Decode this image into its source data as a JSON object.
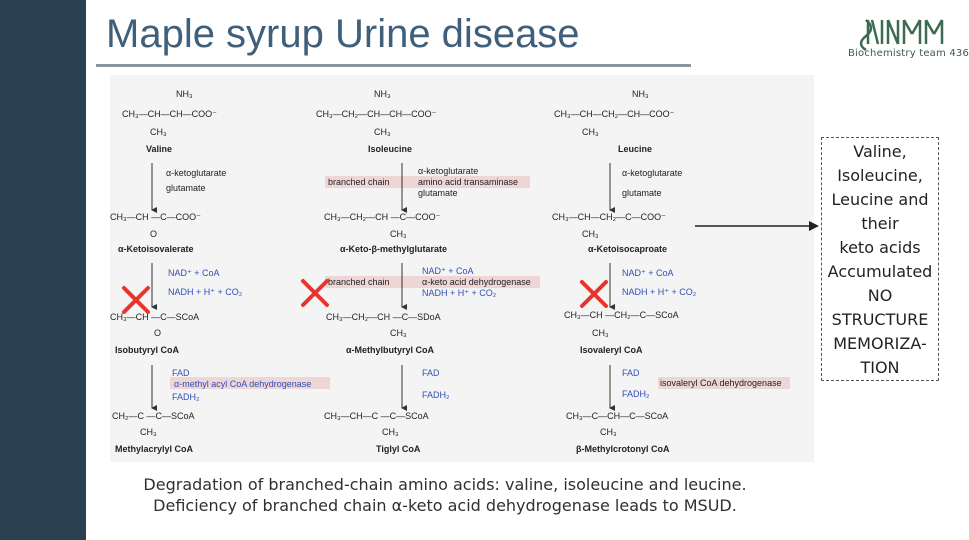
{
  "slide": {
    "title": "Maple syrup Urine disease",
    "logo_text": "Biochemistry team 436",
    "caption_line1": "Degradation of branched-chain amino acids: valine, isoleucine and leucine.",
    "caption_line2": "Deficiency of branched chain α-keto acid dehydrogenase leads to MSUD.",
    "note_lines": [
      "Valine,",
      "Isoleucine,",
      "Leucine and",
      "their",
      "keto acids",
      "Accumulated",
      "NO",
      "STRUCTURE",
      "MEMORIZA-",
      "TION"
    ]
  },
  "diagram": {
    "columns": [
      {
        "amino_acid": "Valine",
        "keto_acid": "α-Ketoisovalerate",
        "acyl_coa": "Isobutyryl CoA",
        "final": "Methylacrylyl CoA",
        "step1_in": "α-ketoglutarate",
        "step1_out": "glutamate",
        "step2_in": "NAD⁺ + CoA",
        "step2_out": "NADH + H⁺ + CO₂",
        "step3_in": "FAD",
        "step3_out": "FADH₂",
        "step3_enzyme": "α-methyl acyl CoA dehydrogenase"
      },
      {
        "amino_acid": "Isoleucine",
        "keto_acid": "α-Keto-β-methylglutarate",
        "acyl_coa": "α-Methylbutyryl CoA",
        "final": "Tiglyl CoA",
        "step1_in": "α-ketoglutarate",
        "step1_out": "glutamate",
        "step2_in": "NAD⁺ + CoA",
        "step2_out": "NADH + H⁺ + CO₂",
        "step3_in": "FAD",
        "step3_out": "FADH₂",
        "enzyme1_left": "branched chain",
        "enzyme1_right": "amino acid transaminase",
        "enzyme2_left": "branched chain",
        "enzyme2_right": "α-keto acid dehydrogenase"
      },
      {
        "amino_acid": "Leucine",
        "keto_acid": "α-Ketoisocaproate",
        "acyl_coa": "Isovaleryl CoA",
        "final": "β-Methylcrotonyl CoA",
        "step1_in": "α-ketoglutarate",
        "step1_out": "glutamate",
        "step2_in": "NAD⁺ + CoA",
        "step2_out": "NADH + H⁺ + CO₂",
        "step3_in": "FAD",
        "step3_out": "FADH₂",
        "step3_enzyme": "isovaleryl CoA dehydrogenase"
      }
    ],
    "structures": {
      "nh3": "NH₃",
      "val_chain": "CH₃—CH—CH—COO⁻",
      "ile_chain": "CH₃—CH₂—CH—CH—COO⁻",
      "leu_chain": "CH₃—CH—CH₂—CH—COO⁻",
      "ch3": "CH₃",
      "val_keto": "CH₃—CH —C—COO⁻",
      "ile_keto": "CH₃—CH₂—CH —C—COO⁻",
      "leu_keto": "CH₃—CH—CH₂—C—COO⁻",
      "o": "O",
      "val_coa": "CH₃—CH —C—SCoA",
      "ile_coa": "CH₃—CH₂—CH —C—SDoA",
      "leu_coa": "CH₃—CH —CH₂—C—SCoA",
      "val_final": "CH₂—C —C—SCoA",
      "ile_final": "CH₃—CH—C —C—SCoA",
      "leu_final": "CH₃—C—CH—C—SCoA"
    },
    "colors": {
      "enzyme_band": "#efd6d6",
      "cofactor_blue": "#2f4fb5",
      "x_mark": "#e8342c",
      "text": "#222222"
    }
  }
}
